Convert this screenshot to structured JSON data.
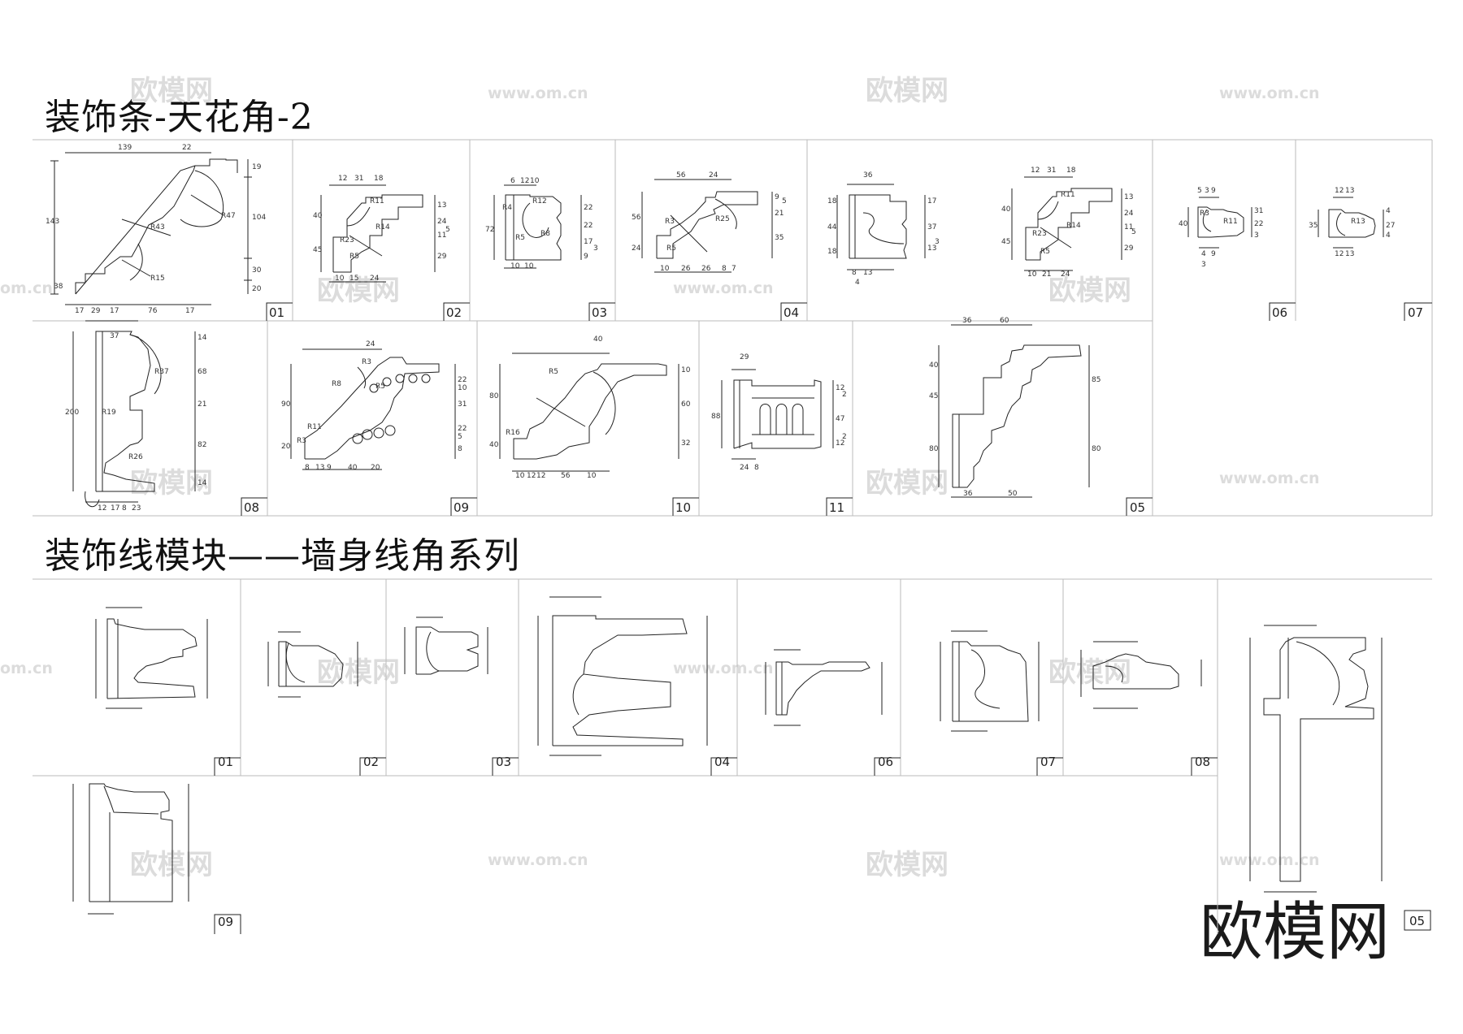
{
  "titles": {
    "section1": "装饰条-天花角-2",
    "section2": "装饰线模块——墙身线角系列"
  },
  "watermarks": {
    "text": "欧模网",
    "url": "www.om.cn",
    "url_fragment": "om.cn"
  },
  "brand": "欧模网",
  "section1_panels": [
    "01",
    "02",
    "03",
    "04",
    "06",
    "07",
    "08",
    "09",
    "10",
    "11",
    "05"
  ],
  "section2_panels": [
    "01",
    "02",
    "03",
    "04",
    "06",
    "07",
    "08",
    "09",
    "05"
  ],
  "dims": {
    "d01": [
      "139",
      "22",
      "143",
      "19",
      "104",
      "30",
      "20",
      "38",
      "17",
      "29",
      "17",
      "76",
      "17",
      "R43",
      "R47",
      "R15"
    ],
    "d02": [
      "12",
      "31",
      "18",
      "40",
      "45",
      "13",
      "24",
      "11",
      "29",
      "10",
      "15",
      "24",
      "R11",
      "R14",
      "R23",
      "R5",
      "5"
    ],
    "d03": [
      "6",
      "12",
      "10",
      "22",
      "72",
      "22",
      "17",
      "9",
      "10",
      "10",
      "R4",
      "R12",
      "R8",
      "R5",
      "3"
    ],
    "d04": [
      "56",
      "24",
      "56",
      "24",
      "9",
      "21",
      "35",
      "10",
      "26",
      "26",
      "8",
      "7",
      "R3",
      "R25",
      "R5",
      "5"
    ],
    "d06a": [
      "36",
      "18",
      "44",
      "18",
      "17",
      "37",
      "13",
      "8",
      "13",
      "3",
      "4"
    ],
    "d06b": [
      "12",
      "31",
      "18",
      "40",
      "45",
      "13",
      "24",
      "11",
      "29",
      "10",
      "21",
      "24",
      "R11",
      "R14",
      "R23",
      "R5",
      "5"
    ],
    "d06": [
      "5",
      "3",
      "9",
      "40",
      "R11",
      "R3",
      "22",
      "31",
      "3",
      "4",
      "9",
      "3"
    ],
    "d07": [
      "12",
      "13",
      "35",
      "R13",
      "27",
      "4",
      "4",
      "12",
      "13"
    ],
    "d08": [
      "37",
      "200",
      "14",
      "68",
      "21",
      "82",
      "14",
      "R37",
      "R19",
      "R26",
      "12",
      "17",
      "8",
      "23"
    ],
    "d09": [
      "24",
      "90",
      "20",
      "R3",
      "R8",
      "R5",
      "R11",
      "R3",
      "22",
      "31",
      "22",
      "8",
      "8",
      "13",
      "9",
      "40",
      "20",
      "10",
      "5"
    ],
    "d10": [
      "40",
      "80",
      "40",
      "10",
      "60",
      "32",
      "R5",
      "R16",
      "10",
      "12",
      "12",
      "56",
      "10"
    ],
    "d11": [
      "29",
      "88",
      "12",
      "47",
      "12",
      "2",
      "2",
      "24",
      "8"
    ],
    "d05": [
      "36",
      "60",
      "40",
      "45",
      "80",
      "85",
      "80",
      "36",
      "50"
    ]
  }
}
